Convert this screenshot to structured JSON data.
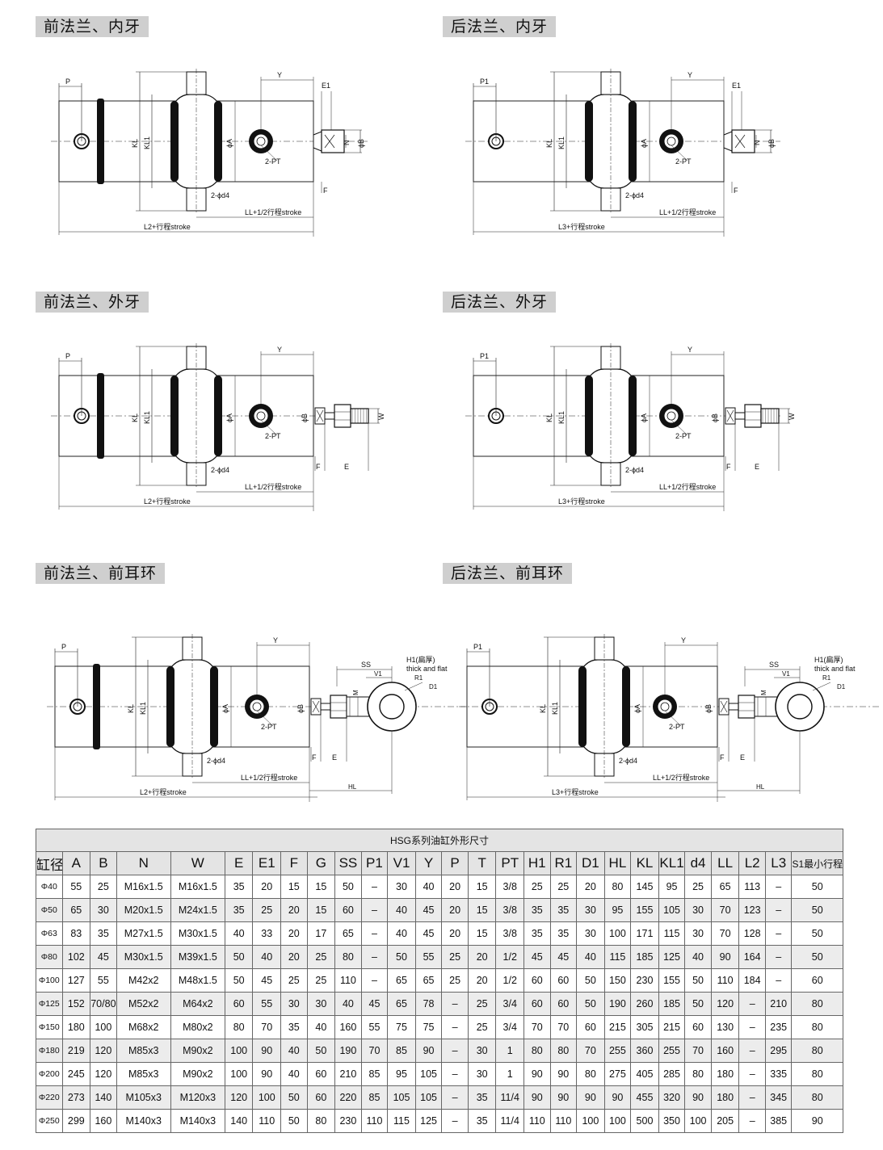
{
  "sections": [
    {
      "title": "前法兰、内牙",
      "variant": "inner",
      "mount": "front",
      "labels": {
        "p": "P",
        "len": "L2+行程stroke",
        "port": "2-PT",
        "bore": "2-ϕd4",
        "ll": "LL+1/2行程stroke",
        "y": "Y",
        "kl": "KL",
        "kl1": "KL1",
        "a": "ϕA",
        "b": "ϕB",
        "e1": "E1",
        "n": "N",
        "f": "F"
      }
    },
    {
      "title": "后法兰、内牙",
      "variant": "inner",
      "mount": "rear",
      "labels": {
        "p": "P1",
        "len": "L3+行程stroke",
        "port": "2-PT",
        "bore": "2-ϕd4",
        "ll": "LL+1/2行程stroke",
        "y": "Y",
        "kl": "KL",
        "kl1": "KL1",
        "a": "ϕA",
        "b": "ϕB",
        "e1": "E1",
        "n": "N",
        "f": "F"
      }
    },
    {
      "title": "前法兰、外牙",
      "variant": "outer",
      "mount": "front",
      "labels": {
        "p": "P",
        "len": "L2+行程stroke",
        "port": "2-PT",
        "bore": "2-ϕd4",
        "ll": "LL+1/2行程stroke",
        "y": "Y",
        "kl": "KL",
        "kl1": "KL1",
        "a": "ϕA",
        "b": "ϕB",
        "w": "W",
        "f": "F",
        "e": "E"
      }
    },
    {
      "title": "后法兰、外牙",
      "variant": "outer",
      "mount": "rear",
      "labels": {
        "p": "P1",
        "len": "L3+行程stroke",
        "port": "2-PT",
        "bore": "2-ϕd4",
        "ll": "LL+1/2行程stroke",
        "y": "Y",
        "kl": "KL",
        "kl1": "KL1",
        "a": "ϕA",
        "b": "ϕB",
        "w": "W",
        "f": "F",
        "e": "E"
      }
    },
    {
      "title": "前法兰、前耳环",
      "variant": "eye",
      "mount": "front",
      "labels": {
        "p": "P",
        "len": "L2+行程stroke",
        "port": "2-PT",
        "bore": "2-ϕd4",
        "ll": "LL+1/2行程stroke",
        "y": "Y",
        "kl": "KL",
        "kl1": "KL1",
        "a": "ϕA",
        "b": "ϕB",
        "f": "F",
        "e": "E",
        "hl": "HL",
        "ss": "SS",
        "v1": "V1",
        "m": "M",
        "h1": "H1(扁厚)",
        "h1b": "thick and flat",
        "r1": "R1",
        "d1": "D1"
      }
    },
    {
      "title": "后法兰、前耳环",
      "variant": "eye",
      "mount": "rear",
      "labels": {
        "p": "P1",
        "len": "L3+行程stroke",
        "port": "2-PT",
        "bore": "2-ϕd4",
        "ll": "LL+1/2行程stroke",
        "y": "Y",
        "kl": "KL",
        "kl1": "KL1",
        "a": "ϕA",
        "b": "ϕB",
        "f": "F",
        "e": "E",
        "hl": "HL",
        "ss": "SS",
        "v1": "V1",
        "m": "M",
        "h1": "H1(扁厚)",
        "h1b": "thick and flat",
        "r1": "R1",
        "d1": "D1"
      }
    }
  ],
  "table": {
    "caption": "HSG系列油缸外形尺寸",
    "headers": [
      "缸径",
      "A",
      "B",
      "N",
      "W",
      "E",
      "E1",
      "F",
      "G",
      "SS",
      "P1",
      "V1",
      "Y",
      "P",
      "T",
      "PT",
      "H1",
      "R1",
      "D1",
      "HL",
      "KL",
      "KL1",
      "d4",
      "LL",
      "L2",
      "L3",
      "S1最小行程"
    ],
    "rows": [
      [
        "Φ40",
        "55",
        "25",
        "M16x1.5",
        "M16x1.5",
        "35",
        "20",
        "15",
        "15",
        "50",
        "–",
        "30",
        "40",
        "20",
        "15",
        "3/8",
        "25",
        "25",
        "20",
        "80",
        "145",
        "95",
        "25",
        "65",
        "113",
        "–",
        "50"
      ],
      [
        "Φ50",
        "65",
        "30",
        "M20x1.5",
        "M24x1.5",
        "35",
        "25",
        "20",
        "15",
        "60",
        "–",
        "40",
        "45",
        "20",
        "15",
        "3/8",
        "35",
        "35",
        "30",
        "95",
        "155",
        "105",
        "30",
        "70",
        "123",
        "–",
        "50"
      ],
      [
        "Φ63",
        "83",
        "35",
        "M27x1.5",
        "M30x1.5",
        "40",
        "33",
        "20",
        "17",
        "65",
        "–",
        "40",
        "45",
        "20",
        "15",
        "3/8",
        "35",
        "35",
        "30",
        "100",
        "171",
        "115",
        "30",
        "70",
        "128",
        "–",
        "50"
      ],
      [
        "Φ80",
        "102",
        "45",
        "M30x1.5",
        "M39x1.5",
        "50",
        "40",
        "20",
        "25",
        "80",
        "–",
        "50",
        "55",
        "25",
        "20",
        "1/2",
        "45",
        "45",
        "40",
        "115",
        "185",
        "125",
        "40",
        "90",
        "164",
        "–",
        "50"
      ],
      [
        "Φ100",
        "127",
        "55",
        "M42x2",
        "M48x1.5",
        "50",
        "45",
        "25",
        "25",
        "110",
        "–",
        "65",
        "65",
        "25",
        "20",
        "1/2",
        "60",
        "60",
        "50",
        "150",
        "230",
        "155",
        "50",
        "110",
        "184",
        "–",
        "60"
      ],
      [
        "Φ125",
        "152",
        "70/80",
        "M52x2",
        "M64x2",
        "60",
        "55",
        "30",
        "30",
        "40",
        "45",
        "65",
        "78",
        "–",
        "25",
        "3/4",
        "60",
        "60",
        "50",
        "190",
        "260",
        "185",
        "50",
        "120",
        "–",
        "210",
        "80"
      ],
      [
        "Φ150",
        "180",
        "100",
        "M68x2",
        "M80x2",
        "80",
        "70",
        "35",
        "40",
        "160",
        "55",
        "75",
        "75",
        "–",
        "25",
        "3/4",
        "70",
        "70",
        "60",
        "215",
        "305",
        "215",
        "60",
        "130",
        "–",
        "235",
        "80"
      ],
      [
        "Φ180",
        "219",
        "120",
        "M85x3",
        "M90x2",
        "100",
        "90",
        "40",
        "50",
        "190",
        "70",
        "85",
        "90",
        "–",
        "30",
        "1",
        "80",
        "80",
        "70",
        "255",
        "360",
        "255",
        "70",
        "160",
        "–",
        "295",
        "80"
      ],
      [
        "Φ200",
        "245",
        "120",
        "M85x3",
        "M90x2",
        "100",
        "90",
        "40",
        "60",
        "210",
        "85",
        "95",
        "105",
        "–",
        "30",
        "1",
        "90",
        "90",
        "80",
        "275",
        "405",
        "285",
        "80",
        "180",
        "–",
        "335",
        "80"
      ],
      [
        "Φ220",
        "273",
        "140",
        "M105x3",
        "M120x3",
        "120",
        "100",
        "50",
        "60",
        "220",
        "85",
        "105",
        "105",
        "–",
        "35",
        "11/4",
        "90",
        "90",
        "90",
        "90",
        "455",
        "320",
        "90",
        "180",
        "–",
        "345",
        "80"
      ],
      [
        "Φ250",
        "299",
        "160",
        "M140x3",
        "M140x3",
        "140",
        "110",
        "50",
        "80",
        "230",
        "110",
        "115",
        "125",
        "–",
        "35",
        "11/4",
        "110",
        "110",
        "100",
        "100",
        "500",
        "350",
        "100",
        "205",
        "–",
        "385",
        "90"
      ]
    ]
  }
}
